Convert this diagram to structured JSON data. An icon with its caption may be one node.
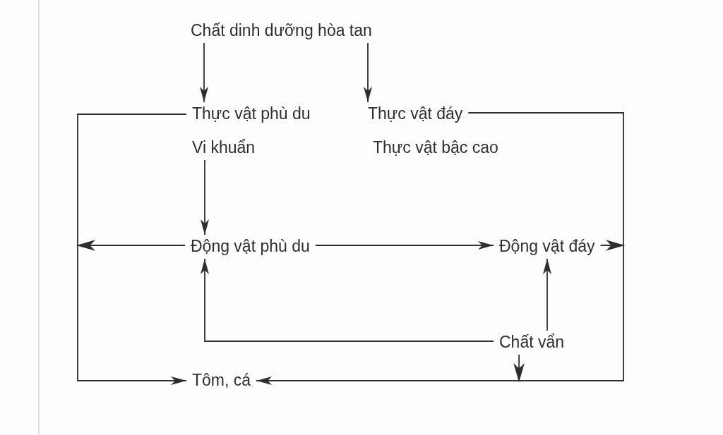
{
  "diagram": {
    "nodes": [
      {
        "text": [
          "Chất dinh dưỡng hòa tan"
        ]
      },
      {
        "text": [
          "Thực vật phù du"
        ]
      },
      {
        "text": [
          "Vi khuẩn"
        ]
      },
      {
        "text": [
          "Thực vật đáy"
        ]
      },
      {
        "text": [
          "Động vật phù du"
        ]
      },
      {
        "text": [
          "Động vật đáy"
        ]
      },
      {
        "text": [
          "Chất vẩn"
        ]
      },
      {
        "text": [
          "Tôm, cá"
        ]
      }
    ],
    "edges": [
      {
        "from": 0,
        "to": 1,
        "arrow": "to"
      },
      {
        "from": 0,
        "to": 3,
        "arrow": "to"
      },
      {
        "from": 2,
        "to": 4,
        "arrow": "to"
      },
      {
        "from": 1,
        "to": 7,
        "arrow": "to"
      },
      {
        "from": 4,
        "to": 7,
        "arrow": "to"
      },
      {
        "from": 4,
        "to": 5,
        "arrow": "to"
      },
      {
        "from": 3,
        "to": 7,
        "arrow": "to"
      },
      {
        "from": 5,
        "to": 7,
        "arrow": "to"
      },
      {
        "from": 6,
        "to": 4,
        "arrow": "to"
      },
      {
        "from": 6,
        "to": 5,
        "arrow": "to"
      },
      {
        "from": 6,
        "to": 7,
        "arrow": "to"
      }
    ],
    "labels": [
      "Thực vật bậc cao"
    ]
  }
}
